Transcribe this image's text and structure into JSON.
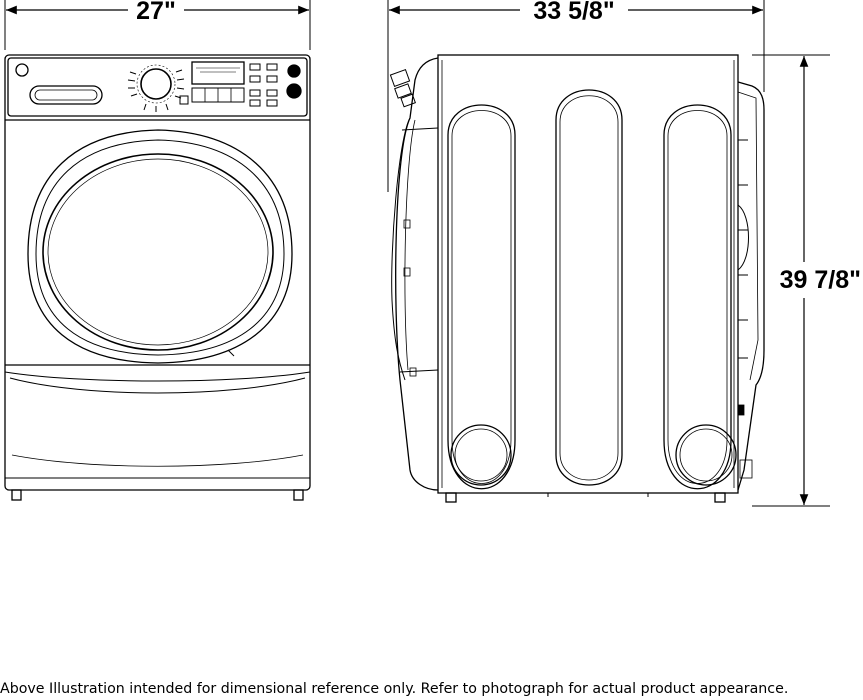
{
  "dimensions": {
    "width": "27\"",
    "depth": "33 5/8\"",
    "height": "39 7/8\""
  },
  "caption": "Above Illustration intended for dimensional reference only. Refer to photograph for actual product appearance."
}
